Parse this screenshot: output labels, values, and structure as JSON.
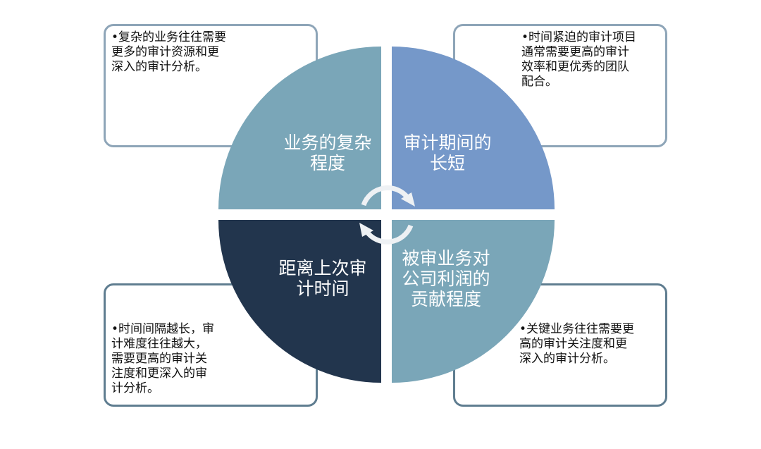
{
  "quadrants": {
    "top_left": {
      "label": "业务的复杂\n程度",
      "color": "#7aa6b8"
    },
    "top_right": {
      "label": "审计期间的\n长短",
      "color": "#7598c9"
    },
    "bottom_left": {
      "label": "距离上次审\n计时间",
      "color": "#22354d"
    },
    "bottom_right": {
      "label": "被审业务对\n公司利润的\n贡献程度",
      "color": "#7aa6b8"
    }
  },
  "notes": {
    "top_left": "•复杂的业务往往需要\n更多的审计资源和更\n深入的审计分析。",
    "top_right": "•时间紧迫的审计项目\n通常需要更高的审计\n效率和更优秀的团队\n配合。",
    "bottom_left": "•时间间隔越长，审\n计难度往往越大，\n需要更高的审计关\n注度和更深入的审\n计分析。",
    "bottom_right": "•关键业务往往需要更\n高的审计关注度和更\n深入的审计分析。"
  }
}
